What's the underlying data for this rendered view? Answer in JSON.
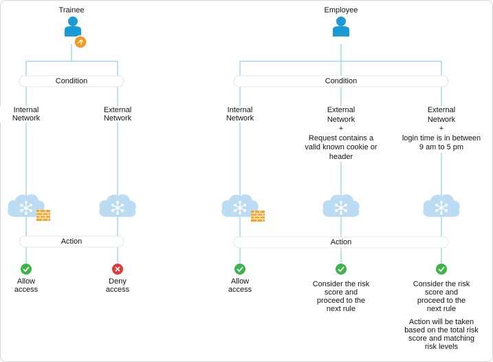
{
  "trainee": {
    "title": "Trainee",
    "condition_label": "Condition",
    "action_label": "Action",
    "branches": [
      {
        "condition": "Internal\nNetwork",
        "has_firewall": true,
        "result_icon": "allow-check-icon",
        "action": "Allow\naccess"
      },
      {
        "condition": "External\nNetwork",
        "has_firewall": false,
        "result_icon": "deny-x-icon",
        "action": "Deny\naccess"
      }
    ]
  },
  "employee": {
    "title": "Employee",
    "condition_label": "Condition",
    "action_label": "Action",
    "branches": [
      {
        "condition": "Internal\nNetwork",
        "has_firewall": true,
        "result_icon": "allow-check-icon",
        "action": "Allow\naccess"
      },
      {
        "condition": "External\nNetwork\n+\nRequest contains a\nvalid known cookie or\nheader",
        "has_firewall": false,
        "result_icon": "allow-check-icon",
        "action": "Consider the risk\nscore and\nproceed to the\nnext rule"
      },
      {
        "condition": "External\nNetwork\n+\nlogin time is in between\n9 am to 5 pm",
        "has_firewall": false,
        "result_icon": "allow-check-icon",
        "action": "Consider the risk\nscore and\nproceed to the\nnext rule",
        "note": "Action will be taken\nbased on the total risk\nscore and matching\nrisk levels"
      }
    ]
  },
  "colors": {
    "line": "#7ec0e8",
    "user": "#1b9ad6",
    "badge": "#f29a1f",
    "cloud": "#bcdcf3",
    "firewall": "#f3a52b",
    "allow": "#3bb54a",
    "deny": "#e03a3a"
  }
}
